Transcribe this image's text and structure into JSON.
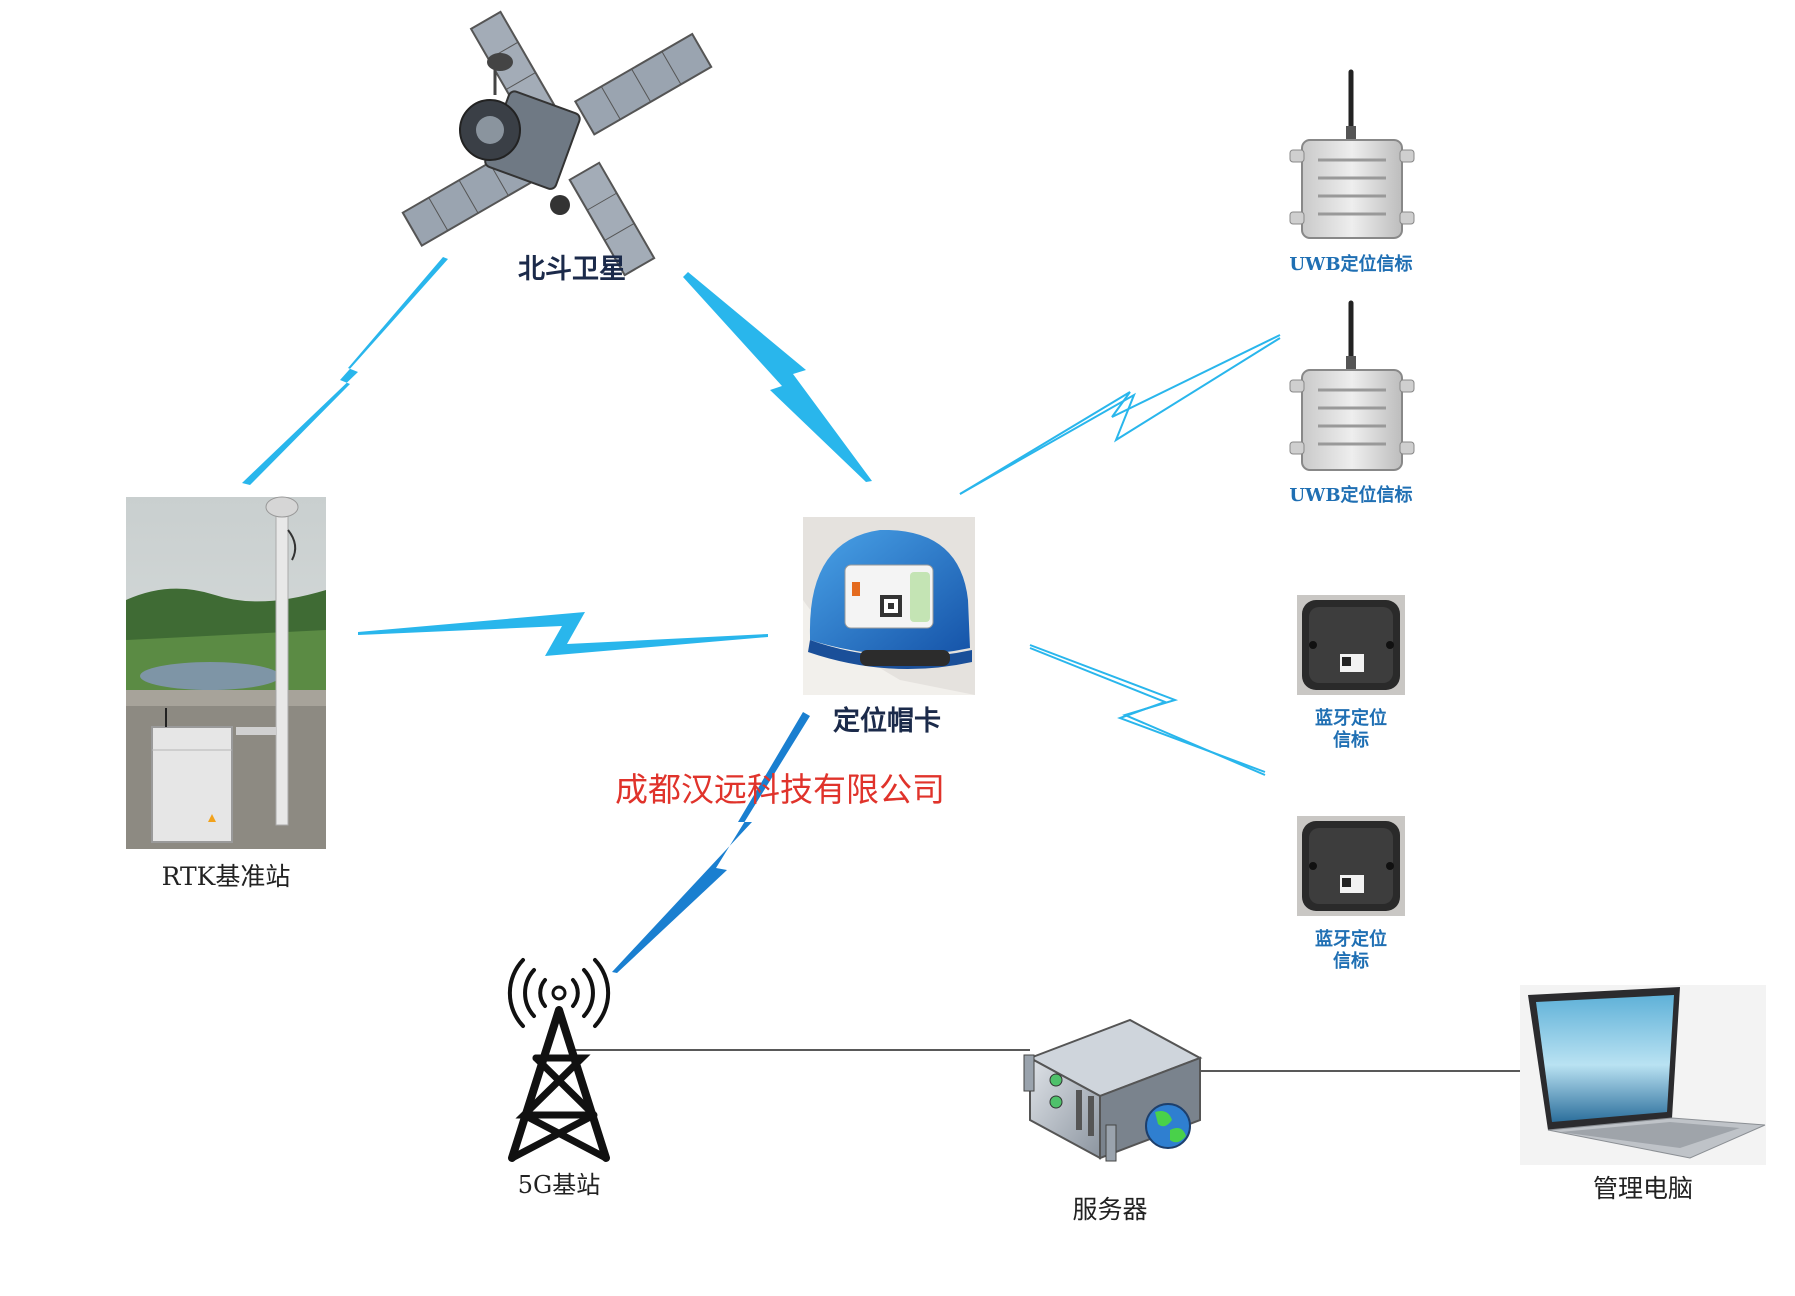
{
  "nodes": {
    "satellite": {
      "label": "北斗卫星"
    },
    "rtk": {
      "label": "RTK基准站"
    },
    "helmet": {
      "label": "定位帽卡"
    },
    "uwb1": {
      "label": "UWB定位信标"
    },
    "uwb2": {
      "label": "UWB定位信标"
    },
    "bt1": {
      "label_line1": "蓝牙定位",
      "label_line2": "信标"
    },
    "bt2": {
      "label_line1": "蓝牙定位",
      "label_line2": "信标"
    },
    "tower": {
      "label": "5G基站"
    },
    "server": {
      "label": "服务器"
    },
    "laptop": {
      "label": "管理电脑"
    }
  },
  "watermark": "成都汉远科技有限公司",
  "colors": {
    "signal": "#29b6ec",
    "signal_dark": "#1a7fd0",
    "label_dark": "#1b2a4a",
    "label_blue": "#1f6fb3",
    "watermark": "#e0332b"
  }
}
